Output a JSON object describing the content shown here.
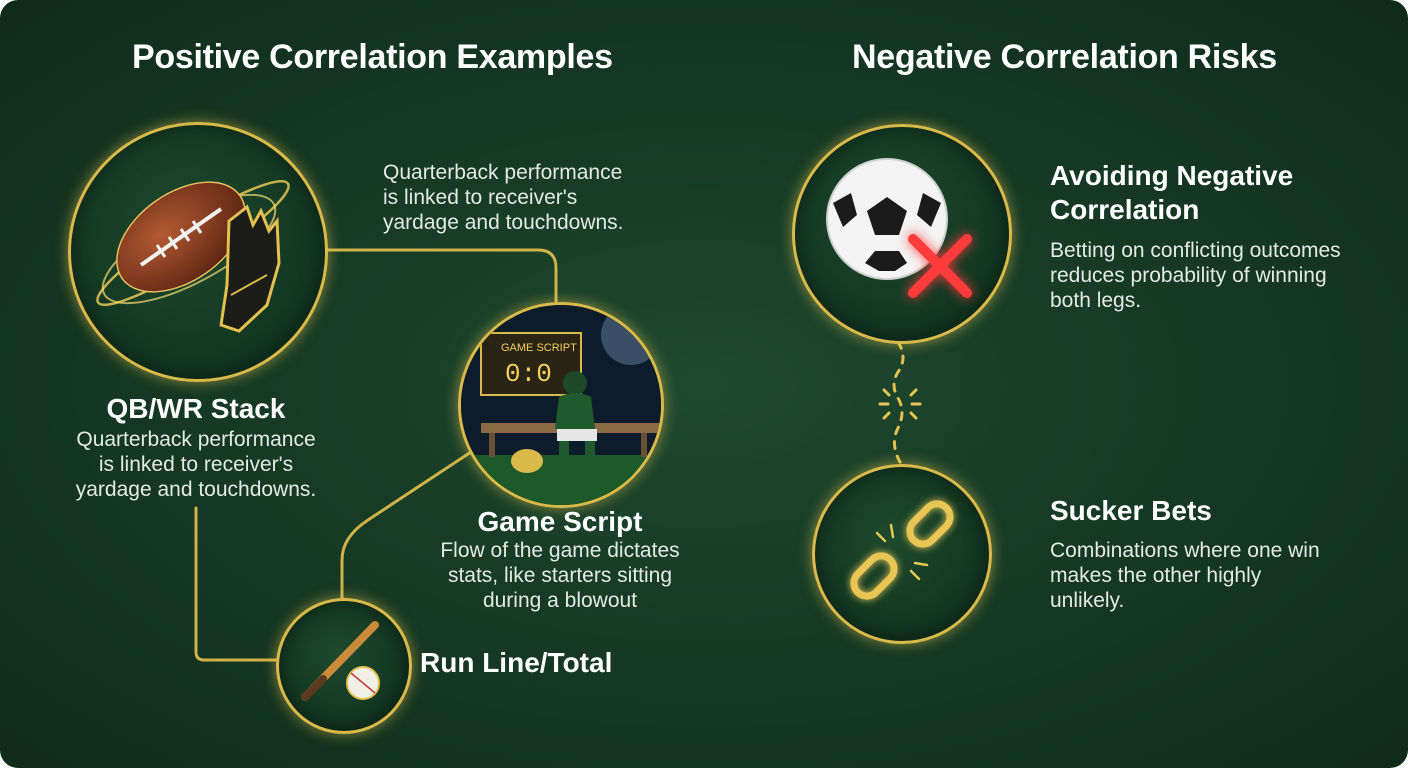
{
  "left_section": {
    "title": "Positive Correlation Examples",
    "callout_text": "Quarterback performance is linked to receiver's yardage and touchdowns.",
    "qb_wr": {
      "title": "QB/WR Stack",
      "description": "Quarterback performance is linked to receiver's yardage and touchdowns."
    },
    "game_script": {
      "title": "Game Script",
      "description": "Flow of the game dictates stats, like starters sitting during a blowout",
      "scoreboard_text": "GAME SCRIPT",
      "score": "0:0"
    },
    "run_line": {
      "title": "Run Line/Total"
    }
  },
  "right_section": {
    "title": "Negative Correlation Risks",
    "avoiding": {
      "title": "Avoiding Negative Correlation",
      "description": "Betting on conflicting outcomes reduces probability of winning both legs."
    },
    "sucker_bets": {
      "title": "Sucker Bets",
      "description": "Combinations where one win makes the other highly unlikely."
    }
  },
  "colors": {
    "background": "#173a25",
    "gold": "#d9b94a",
    "warning_red": "#ff3b3b"
  },
  "icons": [
    "football-glove-icon",
    "scoreboard-bench-icon",
    "baseball-bat-icon",
    "soccer-ball-x-icon",
    "broken-chain-icon"
  ]
}
